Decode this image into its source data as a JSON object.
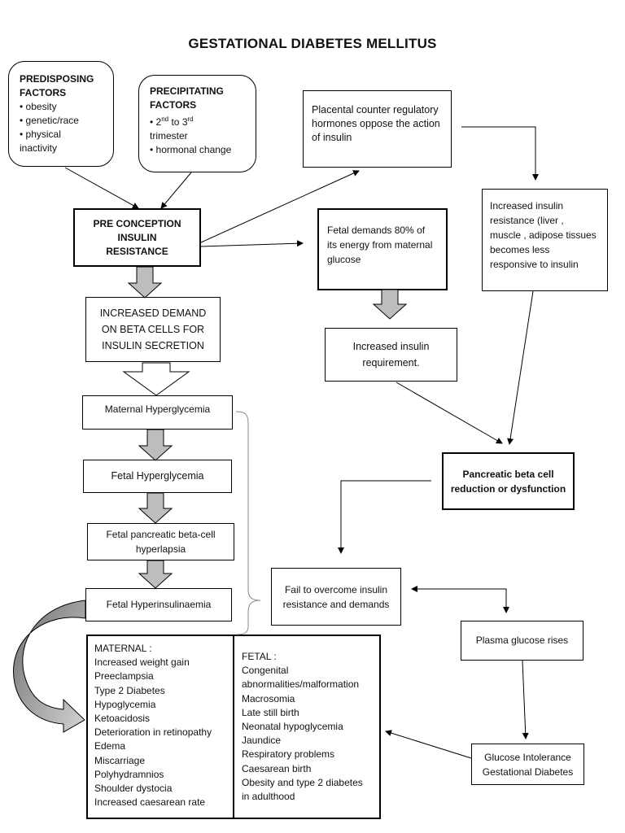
{
  "title": "GESTATIONAL DIABETES MELLITUS",
  "predisposing": {
    "heading_1": "PREDISPOSING",
    "heading_2": "FACTORS",
    "items": [
      "obesity",
      "genetic/race",
      "physical"
    ],
    "item_tail": "inactivity"
  },
  "precipitating": {
    "heading_1": "PRECIPITATING",
    "heading_2": "FACTORS",
    "item1_a": "2",
    "item1_sup_a": "nd",
    "item1_b": " to 3",
    "item1_sup_b": "rd",
    "item1_tail": "trimester",
    "item2": "hormonal change"
  },
  "preconception": [
    "PRE CONCEPTION",
    "INSULIN",
    "RESISTANCE"
  ],
  "placental": [
    "Placental counter regulatory",
    "hormones oppose the action",
    "of insulin"
  ],
  "increased_insulin_resistance": [
    "Increased insulin",
    "resistance (liver ,",
    "muscle , adipose tissues",
    "becomes less",
    "responsive to insulin"
  ],
  "fetal_demands": [
    "Fetal demands 80% of",
    "its energy from maternal",
    "glucose"
  ],
  "increased_demand": [
    "INCREASED DEMAND",
    "ON BETA CELLS FOR",
    "INSULIN SECRETION"
  ],
  "increased_requirement": [
    "Increased insulin",
    "requirement."
  ],
  "maternal_hyperglycemia": "Maternal Hyperglycemia",
  "fetal_hyperglycemia": "Fetal Hyperglycemia",
  "fetal_hyperplasia": [
    "Fetal pancreatic beta-cell",
    "hyperlapsia"
  ],
  "fetal_hyperinsulinaemia": "Fetal Hyperinsulinaemia",
  "pancreatic_dysfunction": [
    "Pancreatic beta cell",
    "reduction or dysfunction"
  ],
  "fail_to_overcome": [
    "Fail to overcome insulin",
    "resistance and demands"
  ],
  "plasma_glucose": "Plasma glucose rises",
  "glucose_intolerance": [
    "Glucose Intolerance",
    "Gestational Diabetes"
  ],
  "maternal": {
    "heading": "MATERNAL :",
    "items": [
      "Increased weight gain",
      "Preeclampsia",
      "Type 2 Diabetes",
      "Hypoglycemia",
      "Ketoacidosis",
      "Deterioration in retinopathy",
      "Edema",
      "Miscarriage",
      "Polyhydramnios",
      "Shoulder dystocia",
      "Increased caesarean rate"
    ]
  },
  "fetal": {
    "heading": "FETAL :",
    "items": [
      "Congenital",
      "abnormalities/malformation",
      "Macrosomia",
      "Late still birth",
      "Neonatal hypoglycemia",
      "Jaundice",
      "Respiratory problems",
      "Caesarean birth",
      "Obesity and type 2 diabetes",
      "in adulthood"
    ]
  },
  "colors": {
    "block_arrow_fill": "#bdbdbd",
    "stroke": "#000000"
  }
}
